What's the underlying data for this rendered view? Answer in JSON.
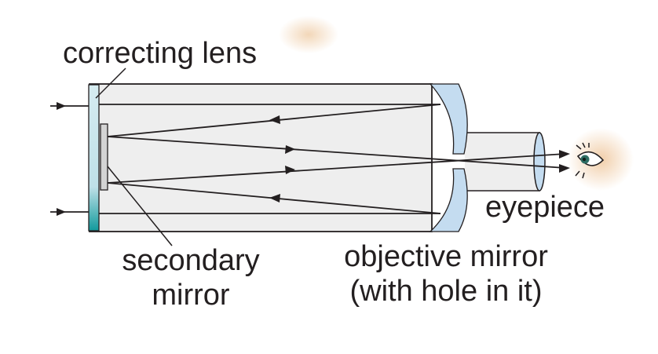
{
  "labels": {
    "correcting_lens": "correcting lens",
    "secondary_mirror_line1": "secondary",
    "secondary_mirror_line2": "mirror",
    "objective_mirror_line1": "objective mirror",
    "objective_mirror_line2": "(with hole in it)",
    "eyepiece": "eyepiece"
  },
  "icons": {
    "eye": "eye-icon"
  },
  "colors": {
    "tube_fill": "#eeeeee",
    "tube_stroke": "#231f20",
    "lens_glass": "#cde6ee",
    "lens_edge": "#1a9aa0",
    "mirror_fill": "#c4dcf0",
    "ray": "#231f20",
    "eye_glow": "#f3d8b8"
  }
}
